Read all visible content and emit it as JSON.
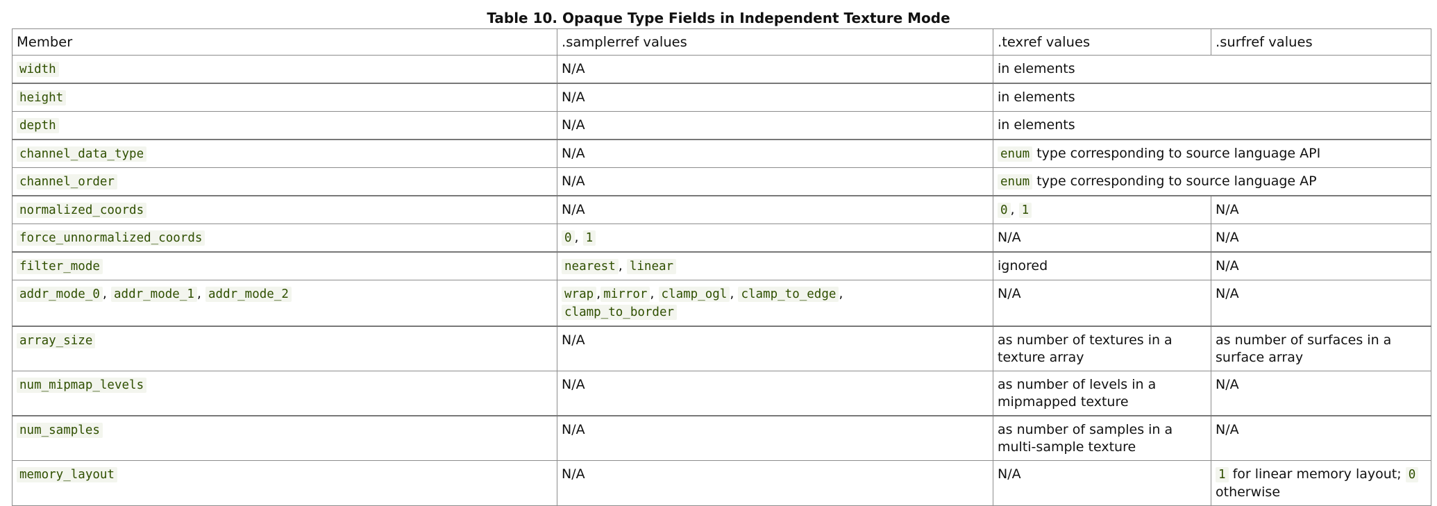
{
  "table": {
    "caption": "Table 10. Opaque Type Fields in Independent Texture Mode",
    "headers": {
      "member": "Member",
      "samplerref": ".samplerref values",
      "texref": ".texref values",
      "surfref": ".surfref values"
    },
    "rows": {
      "width": {
        "member": "width",
        "samplerref": "N/A",
        "tex_surf": "in elements"
      },
      "height": {
        "member": "height",
        "samplerref": "N/A",
        "tex_surf": "in elements"
      },
      "depth": {
        "member": "depth",
        "samplerref": "N/A",
        "tex_surf": "in elements"
      },
      "channel_data_type": {
        "member": "channel_data_type",
        "samplerref": "N/A",
        "tex_surf_code": "enum",
        "tex_surf_text": " type corresponding to source language API"
      },
      "channel_order": {
        "member": "channel_order",
        "samplerref": "N/A",
        "tex_surf_code": "enum",
        "tex_surf_text": " type corresponding to source language AP"
      },
      "normalized_coords": {
        "member": "normalized_coords",
        "samplerref": "N/A",
        "texref_code_a": "0",
        "texref_sep": ", ",
        "texref_code_b": "1",
        "surfref": "N/A"
      },
      "force_unnormalized_coords": {
        "member": "force_unnormalized_coords",
        "samplerref_code_a": "0",
        "samplerref_sep": ", ",
        "samplerref_code_b": "1",
        "texref": "N/A",
        "surfref": "N/A"
      },
      "filter_mode": {
        "member": "filter_mode",
        "samplerref_code_a": "nearest",
        "samplerref_sep": ", ",
        "samplerref_code_b": "linear",
        "texref": "ignored",
        "surfref": "N/A"
      },
      "addr_mode": {
        "member_a": "addr_mode_0",
        "sep_1": ", ",
        "member_b": "addr_mode_1",
        "sep_2": ", ",
        "member_c": "addr_mode_2",
        "samplerref_codes": [
          "wrap",
          "mirror",
          "clamp_ogl",
          "clamp_to_edge",
          "clamp_to_border"
        ],
        "samplerref_seps": [
          ",",
          ", ",
          ", ",
          ","
        ],
        "texref": "N/A",
        "surfref": "N/A"
      },
      "array_size": {
        "member": "array_size",
        "samplerref": "N/A",
        "texref": "as number of textures in a texture array",
        "surfref": "as number of surfaces in a surface array"
      },
      "num_mipmap_levels": {
        "member": "num_mipmap_levels",
        "samplerref": "N/A",
        "texref": "as number of levels in a mipmapped texture",
        "surfref": "N/A"
      },
      "num_samples": {
        "member": "num_samples",
        "samplerref": "N/A",
        "texref": "as number of samples in a multi-sample texture",
        "surfref": "N/A"
      },
      "memory_layout": {
        "member": "memory_layout",
        "samplerref": "N/A",
        "texref": "N/A",
        "surfref_code_a": "1",
        "surfref_text": " for linear memory layout; ",
        "surfref_code_b": "0",
        "surfref_text_2": " otherwise"
      }
    }
  }
}
